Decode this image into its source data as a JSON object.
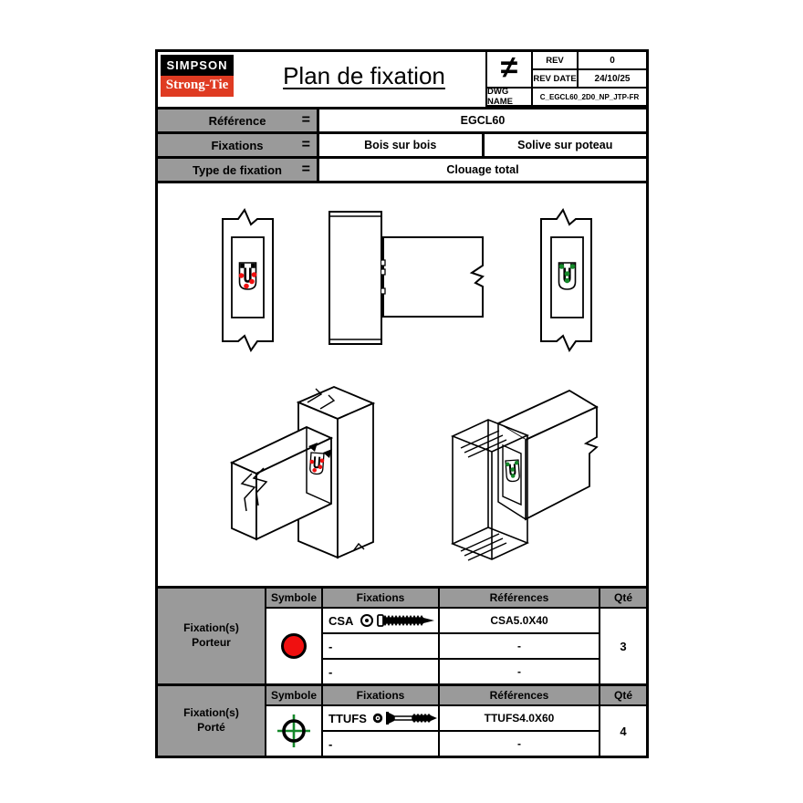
{
  "colors": {
    "table_gray": "#9a9a9a",
    "porteur_red": "#f01010",
    "porte_green": "#15882a",
    "strongtie_red": "#df3b22"
  },
  "header": {
    "logo_line1": "SIMPSON",
    "logo_line2": "Strong-Tie",
    "title": "Plan de fixation",
    "projection_symbol": "≠",
    "rev_label": "REV",
    "rev_value": "0",
    "rev_date_label": "REV DATE",
    "rev_date_value": "24/10/25",
    "dwg_name_label": "DWG NAME",
    "dwg_name_value": "C_EGCL60_2D0_NP_JTP-FR"
  },
  "info_rows": [
    {
      "label": "Référence",
      "eq": "=",
      "values": [
        "EGCL60"
      ]
    },
    {
      "label": "Fixations",
      "eq": "=",
      "values": [
        "Bois sur bois",
        "Solive sur poteau"
      ]
    },
    {
      "label": "Type de fixation",
      "eq": "=",
      "values": [
        "Clouage total"
      ]
    }
  ],
  "fixation_tables": [
    {
      "group_line1": "Fixation(s)",
      "group_line2": "Porteur",
      "headers": {
        "symbol": "Symbole",
        "fixations": "Fixations",
        "references": "Références",
        "qty": "Qté"
      },
      "symbol_icon": "red-circle-icon",
      "rows": [
        {
          "fixation": "CSA",
          "screw_icon": "csa-screw-icon",
          "reference": "CSA5.0X40"
        },
        {
          "fixation": "-",
          "reference": "-"
        },
        {
          "fixation": "-",
          "reference": "-"
        }
      ],
      "qty": "3"
    },
    {
      "group_line1": "Fixation(s)",
      "group_line2": "Porté",
      "headers": {
        "symbol": "Symbole",
        "fixations": "Fixations",
        "references": "Références",
        "qty": "Qté"
      },
      "symbol_icon": "green-crosshair-icon",
      "rows": [
        {
          "fixation": "TTUFS",
          "screw_icon": "ttufs-screw-icon",
          "reference": "TTUFS4.0X60"
        },
        {
          "fixation": "-",
          "reference": "-"
        }
      ],
      "qty": "4"
    }
  ]
}
